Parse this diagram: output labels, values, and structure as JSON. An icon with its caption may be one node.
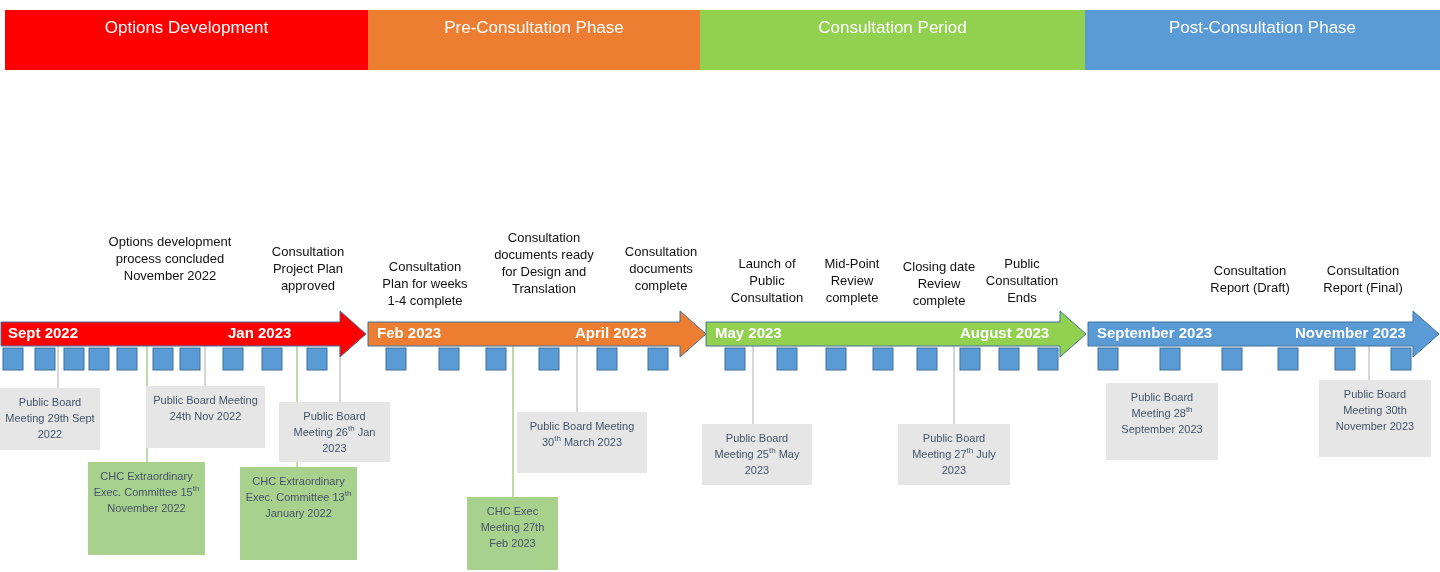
{
  "diagram": {
    "nodes": [
      {
        "text": [
          "Options Development"
        ]
      },
      {
        "text": [
          "Pre-Consultation Phase"
        ]
      },
      {
        "text": [
          "Consultation Period"
        ]
      },
      {
        "text": [
          "Post-Consultation Phase"
        ]
      },
      {
        "text": [
          "Sept 2022",
          "Jan 2023"
        ]
      },
      {
        "text": [
          "Feb 2023",
          "April  2023"
        ]
      },
      {
        "text": [
          "May 2023",
          "August 2023"
        ]
      },
      {
        "text": [
          "September 2023",
          "November 2023"
        ]
      },
      {
        "text": [
          "Public Board Meeting 29th Sept 2022"
        ]
      },
      {
        "text": [
          "Public Board Meeting 24th Nov 2022"
        ]
      },
      {
        "text": [
          "CHC Extraordinary Exec. Committee 15$^{th}$ November 2022"
        ]
      },
      {
        "text": [
          "Public Board Meeting 26$^{th}$ Jan 2023"
        ]
      },
      {
        "text": [
          "CHC Extraordinary Exec. Committee 13$^{th}$ January 2022"
        ]
      },
      {
        "text": [
          "CHC Exec Meeting 27th Feb 2023"
        ]
      },
      {
        "text": [
          "Public Board Meeting 30$^{th}$ March 2023"
        ]
      },
      {
        "text": [
          "Public Board Meeting 25$^{th}$ May 2023"
        ]
      },
      {
        "text": [
          "Public Board Meeting 27$^{th}$ July 2023"
        ]
      },
      {
        "text": [
          "Public Board Meeting 28$^{th}$ September 2023"
        ]
      },
      {
        "text": [
          "Public Board Meeting 30th November 2023"
        ]
      }
    ],
    "edges": [
      {
        "from": 8,
        "to": 4,
        "arrow": "none"
      },
      {
        "from": 9,
        "to": 4,
        "arrow": "none"
      },
      {
        "from": 10,
        "to": 4,
        "arrow": "none",
        "color": "#a9d18e"
      },
      {
        "from": 11,
        "to": 4,
        "arrow": "none"
      },
      {
        "from": 12,
        "to": 4,
        "arrow": "none",
        "color": "#a9d18e"
      },
      {
        "from": 13,
        "to": 5,
        "arrow": "none",
        "color": "#a9d18e"
      },
      {
        "from": 14,
        "to": 5,
        "arrow": "none"
      },
      {
        "from": 15,
        "to": 6,
        "arrow": "none"
      },
      {
        "from": 16,
        "to": 6,
        "arrow": "none"
      },
      {
        "from": 18,
        "to": 7,
        "arrow": "none"
      }
    ],
    "labels": [
      "Options development process concluded November 2022",
      "Consultation Project Plan approved",
      "Consultation Plan for weeks 1-4 complete",
      "Consultation documents ready for Design and Translation",
      "Consultation documents complete",
      "Launch of Public Consultation",
      "Mid-Point Review complete",
      "Closing date Review complete",
      "Public Consultation Ends",
      "Consultation Report (Draft)",
      "Consultation Report (Final)"
    ]
  }
}
